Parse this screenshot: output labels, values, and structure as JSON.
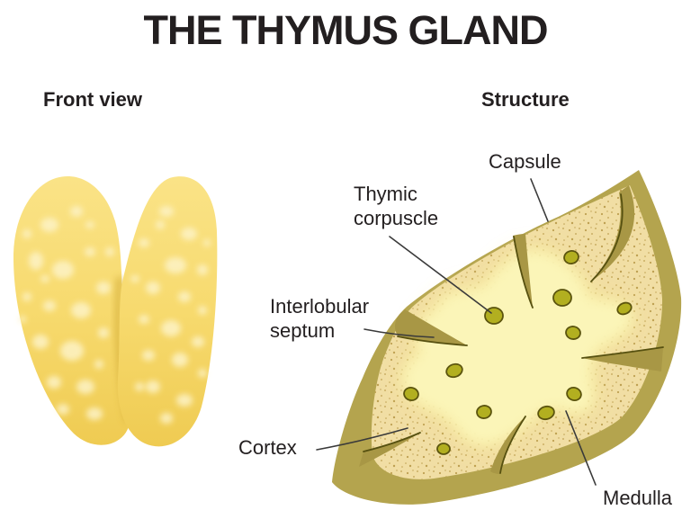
{
  "title": "THE THYMUS GLAND",
  "sections": {
    "front_view": "Front view",
    "structure": "Structure"
  },
  "labels": {
    "capsule": "Capsule",
    "thymic_corpuscle": {
      "line1": "Thymic",
      "line2": "corpuscle"
    },
    "interlobular_septum": {
      "line1": "Interlobular",
      "line2": "septum"
    },
    "cortex": "Cortex",
    "medulla": "Medulla"
  },
  "colors": {
    "background": "#ffffff",
    "label_text": "#231f20",
    "line_color": "#3a3a3a",
    "lobe_yellow": "#f7da6e",
    "lobe_spot": "#fdf3c6",
    "capsule_olive": "#b4a44e",
    "cortex_sand": "#f1dea4",
    "speckle_brown": "#a8862f",
    "medulla_cream": "#fbf5b8",
    "septum_olive": "#a89745",
    "septum_edge": "#565010",
    "corpuscle_green": "#b2af20",
    "corpuscle_edge": "#5b540e"
  }
}
